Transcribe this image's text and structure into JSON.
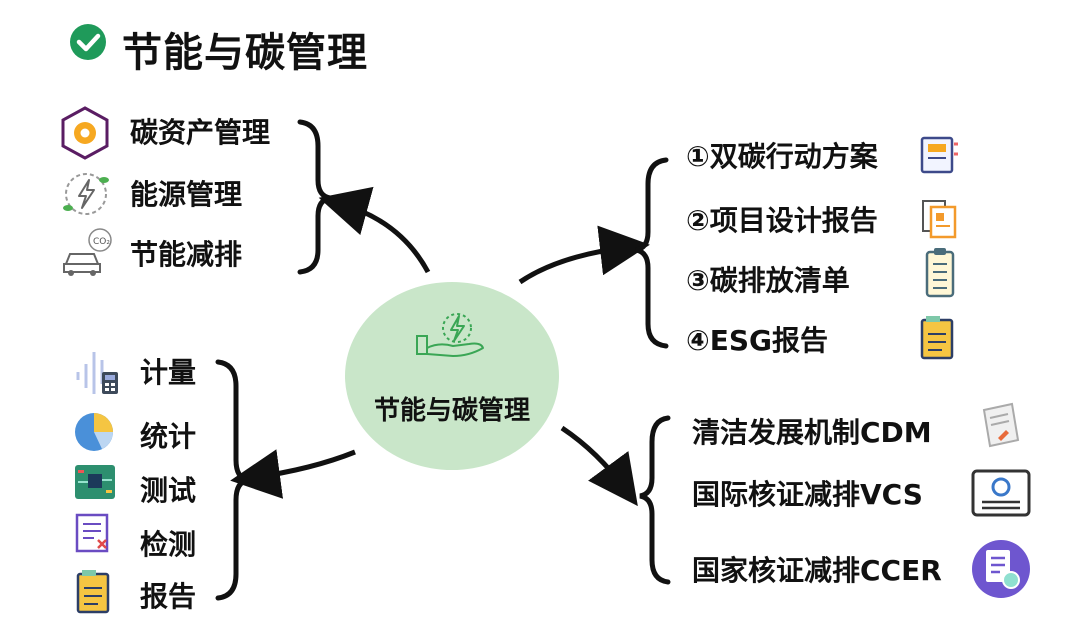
{
  "title": "节能与碳管理",
  "center": {
    "label": "节能与碳管理"
  },
  "top_left": {
    "items": [
      "碳资产管理",
      "能源管理",
      "节能减排"
    ]
  },
  "top_right": {
    "items": [
      "①双碳行动方案",
      "②项目设计报告",
      "③碳排放清单",
      "④ESG报告"
    ]
  },
  "bottom_left": {
    "items": [
      "计量",
      "统计",
      "测试",
      "检测",
      "报告"
    ]
  },
  "bottom_right": {
    "items": [
      "清洁发展机制CDM",
      "国际核证减排VCS",
      "国家核证减排CCER"
    ]
  },
  "colors": {
    "check": "#1f9a5a",
    "center_fill": "#c9e6c9",
    "icon_green": "#3aa655",
    "arrow": "#111111"
  }
}
